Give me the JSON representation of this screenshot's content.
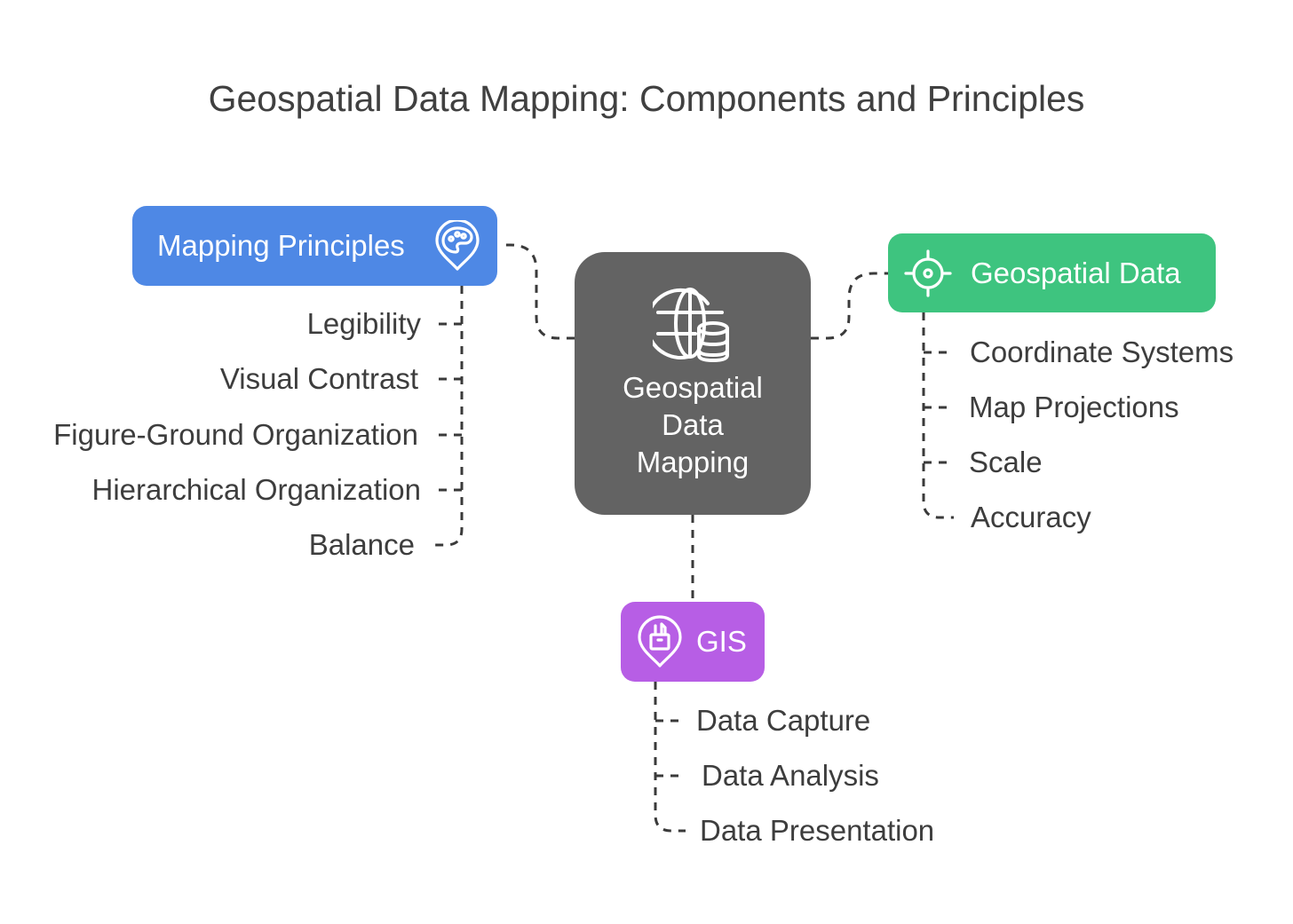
{
  "title": "Geospatial Data Mapping: Components and Principles",
  "center": {
    "lines": [
      "Geospatial",
      "Data",
      "Mapping"
    ],
    "icon": "globe-database-icon",
    "color": "#636363"
  },
  "branches": {
    "mapping_principles": {
      "label": "Mapping Principles",
      "icon": "palette-pin-icon",
      "color": "#4e88e5",
      "items": [
        "Legibility",
        "Visual Contrast",
        "Figure-Ground Organization",
        "Hierarchical Organization",
        "Balance"
      ]
    },
    "geospatial_data": {
      "label": "Geospatial Data",
      "icon": "crosshair-icon",
      "color": "#3ec47f",
      "items": [
        "Coordinate Systems",
        "Map Projections",
        "Scale",
        "Accuracy"
      ]
    },
    "gis": {
      "label": "GIS",
      "icon": "pencil-cup-pin-icon",
      "color": "#b75ee5",
      "items": [
        "Data Capture",
        "Data Analysis",
        "Data Presentation"
      ]
    }
  }
}
